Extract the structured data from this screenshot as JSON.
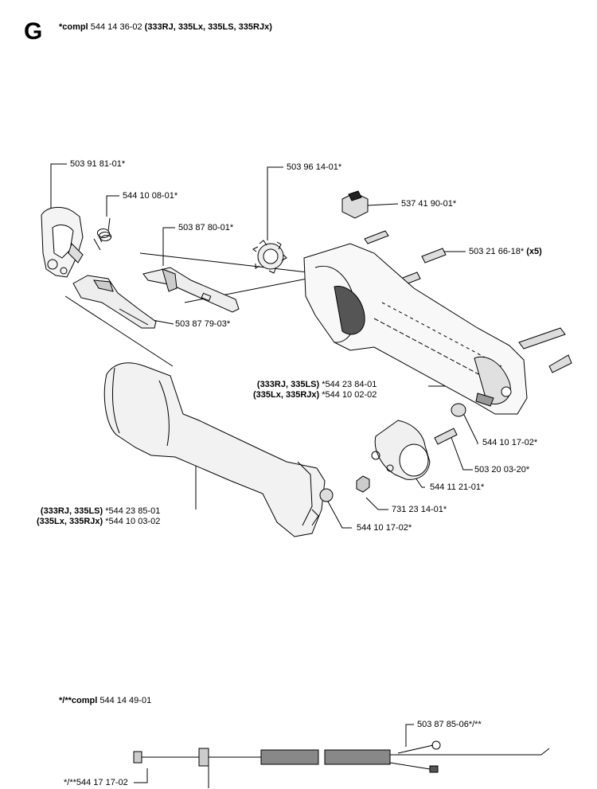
{
  "section": {
    "letter": "G"
  },
  "header": {
    "prefix": "*compl",
    "number": "544 14 36-02",
    "models": "(333RJ, 335Lx, 335LS, 335RJx)"
  },
  "parts": [
    {
      "id": "p1",
      "number": "503 91 81-01*"
    },
    {
      "id": "p2",
      "number": "544 10 08-01*"
    },
    {
      "id": "p3",
      "number": "503 87 80-01*"
    },
    {
      "id": "p4",
      "number": "503 87 79-03*"
    },
    {
      "id": "p5",
      "number": "503 96 14-01*"
    },
    {
      "id": "p6",
      "number": "537 41 90-01*"
    },
    {
      "id": "p7",
      "number": "503 21 66-18*",
      "suffix": "(x5)"
    },
    {
      "id": "p8",
      "line1_models": "(333RJ, 335LS)",
      "line1_number": "*544 23 84-01",
      "line2_models": "(335Lx, 335RJx)",
      "line2_number": "*544 10 02-02"
    },
    {
      "id": "p9",
      "number": "544 10 17-02*"
    },
    {
      "id": "p10",
      "number": "503 20 03-20*"
    },
    {
      "id": "p11",
      "number": "544 11 21-01*"
    },
    {
      "id": "p12",
      "number": "731 23 14-01*"
    },
    {
      "id": "p13",
      "line1_models": "(333RJ, 335LS)",
      "line1_number": "*544 23 85-01",
      "line2_models": "(335Lx, 335RJx)",
      "line2_number": "*544 10 03-02"
    },
    {
      "id": "p14",
      "number": "544 10 17-02*"
    }
  ],
  "subassembly": {
    "prefix": "*/**compl",
    "number": "544 14 49-01"
  },
  "cable_parts": [
    {
      "id": "c1",
      "number": "503 87 85-06*/**"
    },
    {
      "id": "c2",
      "number": "*/**544 17 17-02"
    }
  ]
}
